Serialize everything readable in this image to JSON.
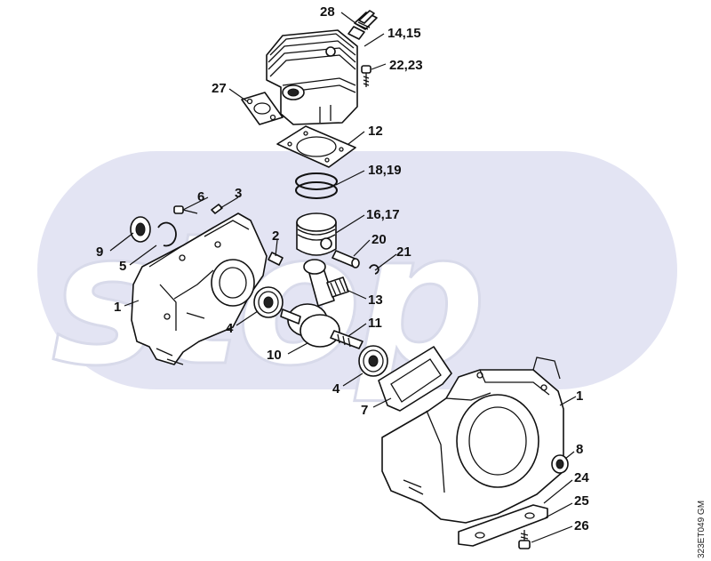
{
  "diagram": {
    "watermark_text": "stop",
    "drawing_code": "323ET049 GM",
    "band_color": "#e3e4f3",
    "callouts": [
      {
        "id": "c28",
        "text": "28"
      },
      {
        "id": "c14-15",
        "text": "14,15"
      },
      {
        "id": "c22-23",
        "text": "22,23"
      },
      {
        "id": "c27",
        "text": "27"
      },
      {
        "id": "c12",
        "text": "12"
      },
      {
        "id": "c18-19",
        "text": "18,19"
      },
      {
        "id": "c6",
        "text": "6"
      },
      {
        "id": "c3",
        "text": "3"
      },
      {
        "id": "c16-17",
        "text": "16,17"
      },
      {
        "id": "c2",
        "text": "2"
      },
      {
        "id": "c20",
        "text": "20"
      },
      {
        "id": "c9",
        "text": "9"
      },
      {
        "id": "c21",
        "text": "21"
      },
      {
        "id": "c5",
        "text": "5"
      },
      {
        "id": "c1-left",
        "text": "1"
      },
      {
        "id": "c13",
        "text": "13"
      },
      {
        "id": "c11",
        "text": "11"
      },
      {
        "id": "c4-left",
        "text": "4"
      },
      {
        "id": "c10",
        "text": "10"
      },
      {
        "id": "c4-right",
        "text": "4"
      },
      {
        "id": "c1-right",
        "text": "1"
      },
      {
        "id": "c7",
        "text": "7"
      },
      {
        "id": "c8",
        "text": "8"
      },
      {
        "id": "c24",
        "text": "24"
      },
      {
        "id": "c25",
        "text": "25"
      },
      {
        "id": "c26",
        "text": "26"
      }
    ]
  }
}
